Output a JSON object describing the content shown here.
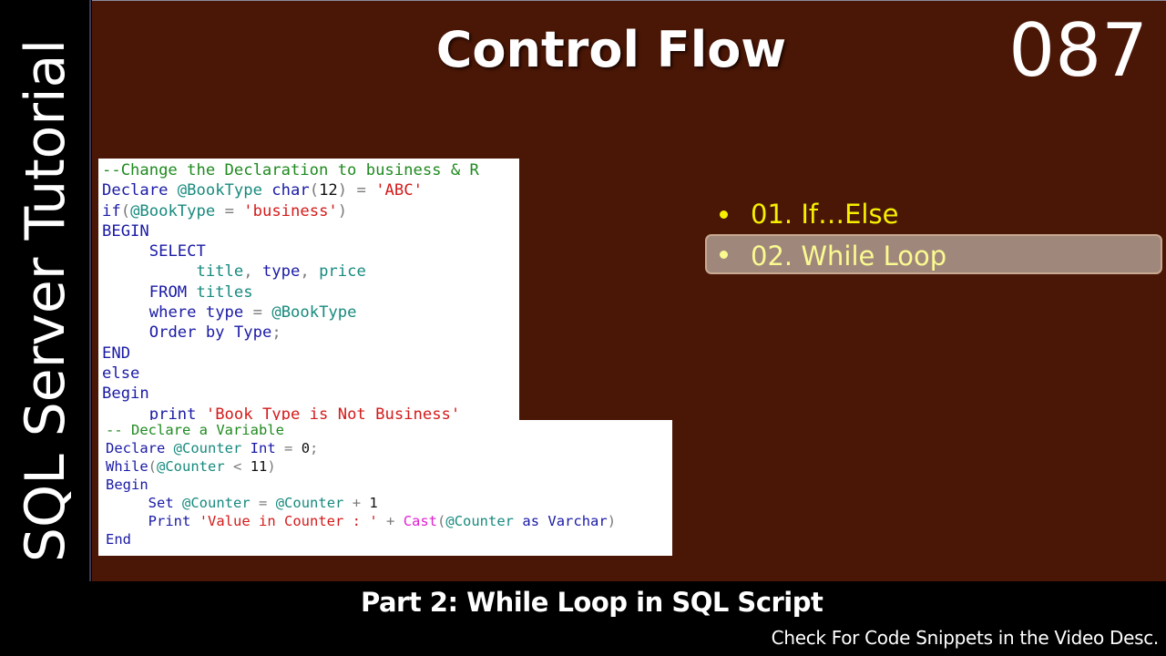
{
  "sidebar": {
    "title": "SQL Server Tutorial"
  },
  "header": {
    "title": "Control Flow",
    "episode_number": "087"
  },
  "code_snippet_1": {
    "lines": [
      [
        [
          "cm",
          "--Change the Declaration to business & R"
        ]
      ],
      [
        [
          "kw",
          "Declare"
        ],
        [
          "sp",
          " "
        ],
        [
          "id",
          "@BookType"
        ],
        [
          "sp",
          " "
        ],
        [
          "kw",
          "char"
        ],
        [
          "op",
          "("
        ],
        [
          "num",
          "12"
        ],
        [
          "op",
          ")"
        ],
        [
          "sp",
          " "
        ],
        [
          "op",
          "="
        ],
        [
          "sp",
          " "
        ],
        [
          "str",
          "'ABC'"
        ]
      ],
      [
        [
          "kw",
          "if"
        ],
        [
          "op",
          "("
        ],
        [
          "id",
          "@BookType"
        ],
        [
          "sp",
          " "
        ],
        [
          "op",
          "="
        ],
        [
          "sp",
          " "
        ],
        [
          "str",
          "'business'"
        ],
        [
          "op",
          ")"
        ]
      ],
      [
        [
          "kw",
          "BEGIN"
        ]
      ],
      [
        [
          "sp",
          "     "
        ],
        [
          "kw",
          "SELECT"
        ]
      ],
      [
        [
          "sp",
          "          "
        ],
        [
          "id",
          "title"
        ],
        [
          "op",
          ","
        ],
        [
          "sp",
          " "
        ],
        [
          "kw",
          "type"
        ],
        [
          "op",
          ","
        ],
        [
          "sp",
          " "
        ],
        [
          "id",
          "price"
        ]
      ],
      [
        [
          "sp",
          "     "
        ],
        [
          "kw",
          "FROM"
        ],
        [
          "sp",
          " "
        ],
        [
          "id",
          "titles"
        ]
      ],
      [
        [
          "sp",
          "     "
        ],
        [
          "kw",
          "where"
        ],
        [
          "sp",
          " "
        ],
        [
          "kw",
          "type"
        ],
        [
          "sp",
          " "
        ],
        [
          "op",
          "="
        ],
        [
          "sp",
          " "
        ],
        [
          "id",
          "@BookType"
        ]
      ],
      [
        [
          "sp",
          "     "
        ],
        [
          "kw",
          "Order by"
        ],
        [
          "sp",
          " "
        ],
        [
          "kw",
          "Type"
        ],
        [
          "op",
          ";"
        ]
      ],
      [
        [
          "kw",
          "END"
        ]
      ],
      [
        [
          "kw",
          "else"
        ]
      ],
      [
        [
          "kw",
          "Begin"
        ]
      ],
      [
        [
          "sp",
          "     "
        ],
        [
          "kw",
          "print"
        ],
        [
          "sp",
          " "
        ],
        [
          "str",
          "'Book Type is Not Business'"
        ]
      ]
    ]
  },
  "code_snippet_2": {
    "lines": [
      [
        [
          "cm",
          "-- Declare a Variable"
        ]
      ],
      [
        [
          "kw",
          "Declare"
        ],
        [
          "sp",
          " "
        ],
        [
          "id",
          "@Counter"
        ],
        [
          "sp",
          " "
        ],
        [
          "kw",
          "Int"
        ],
        [
          "sp",
          " "
        ],
        [
          "op",
          "="
        ],
        [
          "sp",
          " "
        ],
        [
          "num",
          "0"
        ],
        [
          "op",
          ";"
        ]
      ],
      [
        [
          "kw",
          "While"
        ],
        [
          "op",
          "("
        ],
        [
          "id",
          "@Counter"
        ],
        [
          "sp",
          " "
        ],
        [
          "op",
          "<"
        ],
        [
          "sp",
          " "
        ],
        [
          "num",
          "11"
        ],
        [
          "op",
          ")"
        ]
      ],
      [
        [
          "kw",
          "Begin"
        ]
      ],
      [
        [
          "sp",
          "     "
        ],
        [
          "kw",
          "Set"
        ],
        [
          "sp",
          " "
        ],
        [
          "id",
          "@Counter"
        ],
        [
          "sp",
          " "
        ],
        [
          "op",
          "="
        ],
        [
          "sp",
          " "
        ],
        [
          "id",
          "@Counter"
        ],
        [
          "sp",
          " "
        ],
        [
          "op",
          "+"
        ],
        [
          "sp",
          " "
        ],
        [
          "num",
          "1"
        ]
      ],
      [
        [
          "sp",
          "     "
        ],
        [
          "kw",
          "Print"
        ],
        [
          "sp",
          " "
        ],
        [
          "str",
          "'Value in Counter : '"
        ],
        [
          "sp",
          " "
        ],
        [
          "op",
          "+"
        ],
        [
          "sp",
          " "
        ],
        [
          "fn",
          "Cast"
        ],
        [
          "op",
          "("
        ],
        [
          "id",
          "@Counter"
        ],
        [
          "sp",
          " "
        ],
        [
          "kw",
          "as"
        ],
        [
          "sp",
          " "
        ],
        [
          "kw",
          "Varchar"
        ],
        [
          "op",
          ")"
        ]
      ],
      [
        [
          "kw",
          "End"
        ]
      ]
    ]
  },
  "topics": {
    "items": [
      {
        "label": "01. If…Else",
        "active": false
      },
      {
        "label": "02. While Loop",
        "active": true
      }
    ]
  },
  "footer": {
    "subtitle": "Part 2: While Loop in SQL Script",
    "note": "Check For Code Snippets in the Video Desc."
  },
  "colors": {
    "background": "#4a1706",
    "topic_text": "#f6f000",
    "active_topic_bg": "#a0877c",
    "keyword": "#1a1aa6",
    "comment": "#1f8a1f",
    "string": "#d41a1a",
    "identifier": "#178a7e",
    "function": "#e020d0"
  }
}
